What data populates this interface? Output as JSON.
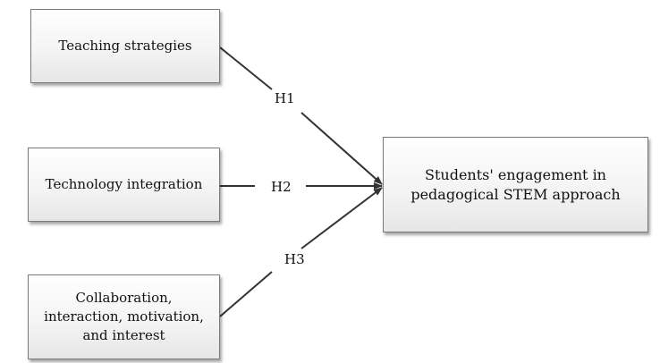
{
  "diagram": {
    "constructs": {
      "teaching": "Teaching strategies",
      "technology": "Technology integration",
      "collaboration": [
        "Collaboration,",
        "interaction, motivation,",
        "and interest"
      ]
    },
    "outcome": [
      "Students' engagement in",
      "pedagogical STEM approach"
    ],
    "hypotheses": {
      "h1": "H1",
      "h2": "H2",
      "h3": "H3"
    },
    "colors": {
      "line": "#333333",
      "box_border": "#7a7a7a"
    }
  }
}
